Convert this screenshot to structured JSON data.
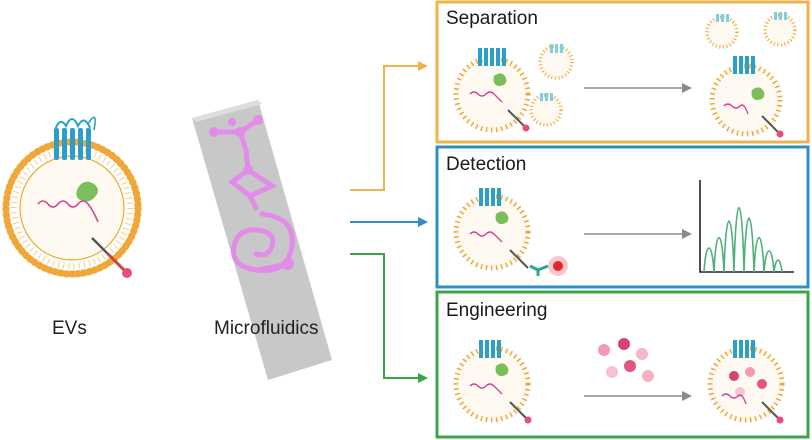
{
  "labels": {
    "evs": "EVs",
    "microfluidics": "Microfluidics"
  },
  "panels": [
    {
      "title": "Separation",
      "color": "#f0b34b"
    },
    {
      "title": "Detection",
      "color": "#2f8fc4"
    },
    {
      "title": "Engineering",
      "color": "#3aa64a"
    }
  ],
  "colors": {
    "membrane": "#f0a737",
    "protein": "#2b9fc9",
    "rna": "#d6409a",
    "cargo": "#7bbf5c",
    "chip": "#c7c7c7",
    "channel": "#e28be8",
    "peak": "#4fb07a",
    "arrow_gray": "#8a8a8a",
    "signal": "#e3262f"
  },
  "icons": [
    "ev-vesicle",
    "microfluidic-chip",
    "branch-arrow",
    "spectrum-peaks",
    "nanoparticle-cargo"
  ]
}
